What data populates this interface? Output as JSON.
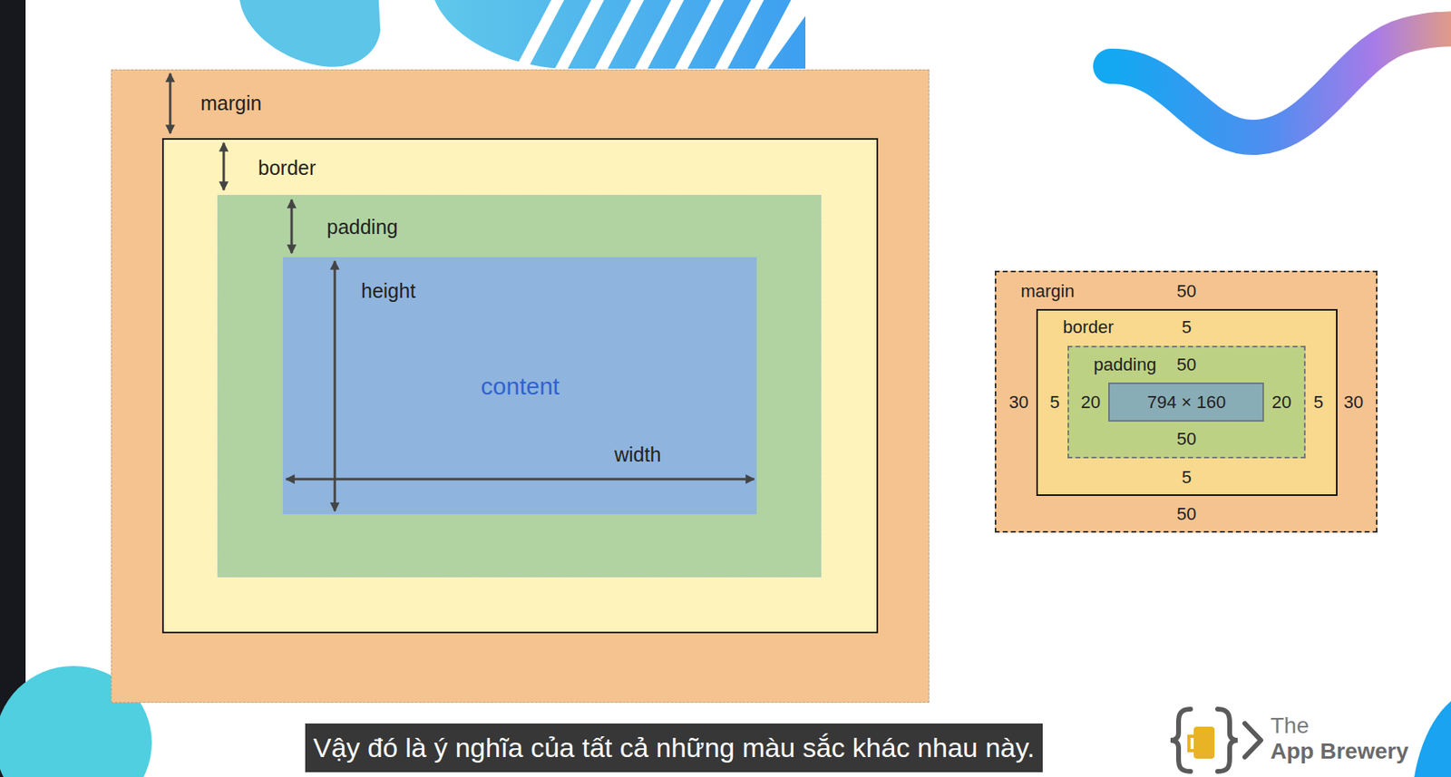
{
  "diagram": {
    "caption": "Vậy đó là ý nghĩa của tất cả những màu sắc khác nhau này.",
    "nodes": [
      {
        "text": [
          "margin"
        ]
      },
      {
        "text": [
          "border"
        ],
        "in": 0
      },
      {
        "text": [
          "padding"
        ],
        "in": 1
      },
      {
        "text": [
          "height",
          "content",
          "width"
        ],
        "in": 2
      },
      {
        "text": [
          "margin",
          "50",
          "30",
          "30",
          "50"
        ]
      },
      {
        "text": [
          "border",
          "5",
          "5",
          "5",
          "5"
        ],
        "in": 4
      },
      {
        "text": [
          "padding",
          "50",
          "20",
          "20",
          "50"
        ],
        "in": 5
      },
      {
        "text": [
          "794 × 160"
        ],
        "in": 6
      }
    ],
    "labels": [
      "The",
      "App Brewery"
    ]
  }
}
